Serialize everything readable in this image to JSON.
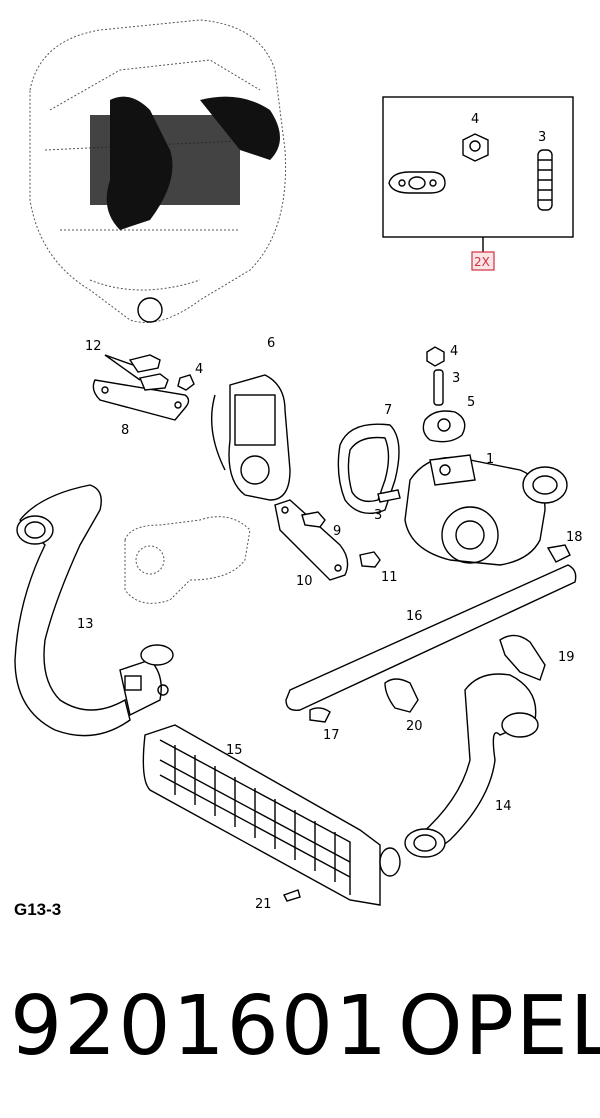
{
  "diagram": {
    "kit_multiplier": "2X",
    "section_code": "G13-3",
    "callouts": [
      {
        "id": "c-4a",
        "text": "4"
      },
      {
        "id": "c-3a",
        "text": "3"
      },
      {
        "id": "c-12",
        "text": "12"
      },
      {
        "id": "c-4b",
        "text": "4"
      },
      {
        "id": "c-6",
        "text": "6"
      },
      {
        "id": "c-8",
        "text": "8"
      },
      {
        "id": "c-4c",
        "text": "4"
      },
      {
        "id": "c-3b",
        "text": "3"
      },
      {
        "id": "c-5",
        "text": "5"
      },
      {
        "id": "c-7",
        "text": "7"
      },
      {
        "id": "c-1",
        "text": "1"
      },
      {
        "id": "c-9",
        "text": "9"
      },
      {
        "id": "c-3c",
        "text": "3"
      },
      {
        "id": "c-18",
        "text": "18"
      },
      {
        "id": "c-10",
        "text": "10"
      },
      {
        "id": "c-11",
        "text": "11"
      },
      {
        "id": "c-16",
        "text": "16"
      },
      {
        "id": "c-13",
        "text": "13"
      },
      {
        "id": "c-19",
        "text": "19"
      },
      {
        "id": "c-17",
        "text": "17"
      },
      {
        "id": "c-20",
        "text": "20"
      },
      {
        "id": "c-15",
        "text": "15"
      },
      {
        "id": "c-14",
        "text": "14"
      },
      {
        "id": "c-21",
        "text": "21"
      }
    ]
  },
  "footer": {
    "part_number": "9201601",
    "brand": "OPEL"
  },
  "colors": {
    "kit_label": "#d03040",
    "kit_fill": "#fbe4e6",
    "line": "#000000"
  }
}
